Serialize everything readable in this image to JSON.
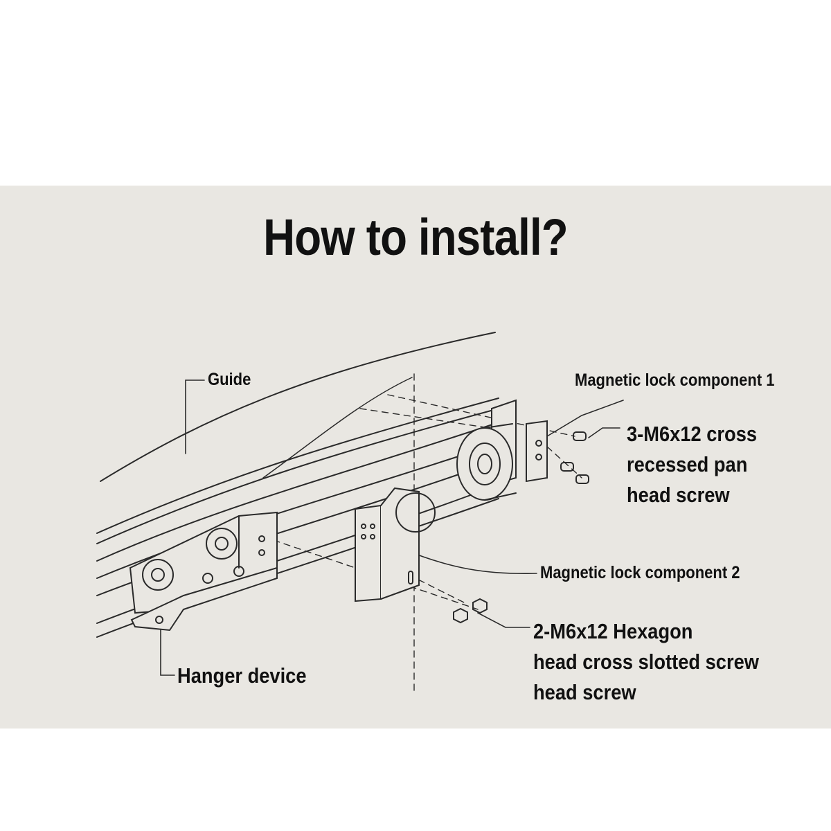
{
  "title": "How to install?",
  "labels": {
    "guide": "Guide",
    "hanger": "Hanger device",
    "lock1": "Magnetic lock component 1",
    "lock2": "Magnetic lock component 2",
    "screw1": [
      "3-M6x12 cross",
      "recessed pan",
      "head screw"
    ],
    "screw2": [
      "2-M6x12 Hexagon",
      "head cross slotted screw",
      "head screw"
    ]
  }
}
